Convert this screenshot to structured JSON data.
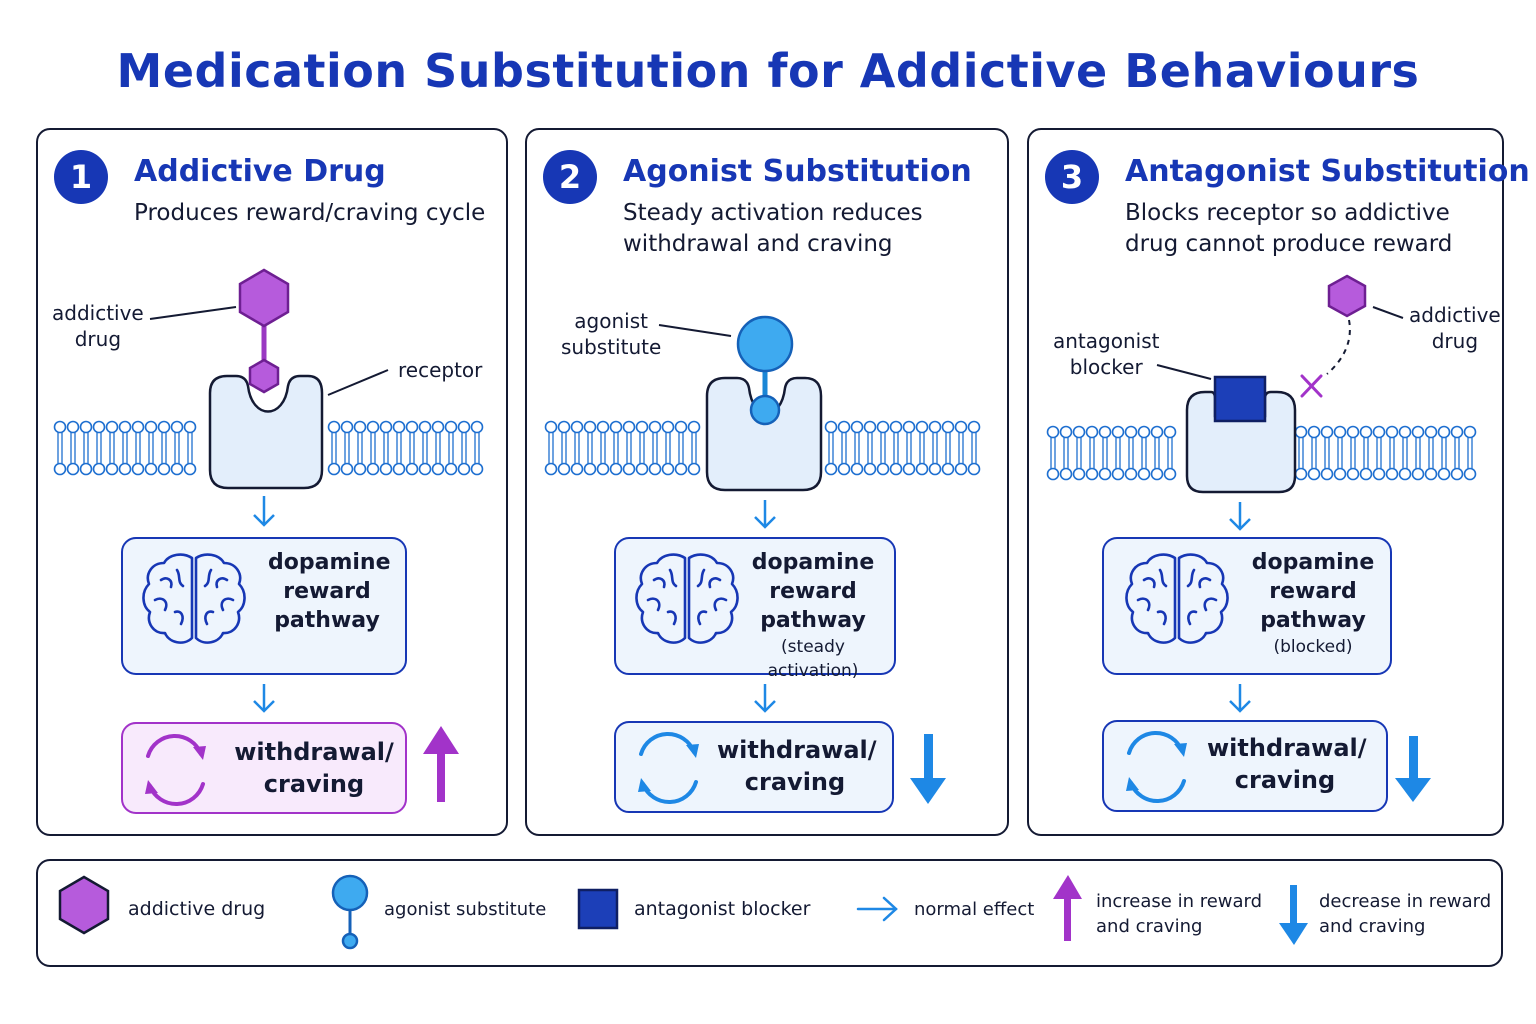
{
  "title": "Medication Substitution for Addictive Behaviours",
  "panels": [
    {
      "number": "1",
      "title": "Addictive Drug",
      "description": "Produces reward/craving cycle",
      "label_ligand": [
        "addictive",
        "drug"
      ],
      "label_receptor": "receptor",
      "pathway": [
        "dopamine",
        "reward",
        "pathway"
      ],
      "pathway_note": "",
      "outcome": [
        "withdrawal/",
        "craving"
      ],
      "trend": "increase"
    },
    {
      "number": "2",
      "title": "Agonist Substitution",
      "description": "Steady activation reduces withdrawal and craving",
      "label_ligand": [
        "agonist",
        "substitute"
      ],
      "pathway": [
        "dopamine",
        "reward",
        "pathway"
      ],
      "pathway_note": "(steady activation)",
      "outcome": [
        "withdrawal/",
        "craving"
      ],
      "trend": "decrease"
    },
    {
      "number": "3",
      "title": "Antagonist Substitution",
      "description": "Blocks receptor so addictive drug cannot produce reward",
      "label_blocker": [
        "antagonist",
        "blocker"
      ],
      "label_drug": [
        "addictive",
        "drug"
      ],
      "pathway": [
        "dopamine",
        "reward",
        "pathway"
      ],
      "pathway_note": "(blocked)",
      "outcome": [
        "withdrawal/",
        "craving"
      ],
      "trend": "decrease"
    }
  ],
  "legend": {
    "addictive_drug": "addictive drug",
    "agonist_substitute": "agonist substitute",
    "antagonist_blocker": "antagonist blocker",
    "normal_effect": "normal effect",
    "increase": [
      "increase in reward",
      "and craving"
    ],
    "decrease": [
      "decrease in reward",
      "and craving"
    ]
  },
  "colors": {
    "title_blue": "#1737b5",
    "drug_purple": "#b65bdc",
    "agonist_blue": "#3eaaf0",
    "antagonist_navy": "#1c3fb8",
    "arrow_blue": "#1e88e5",
    "increase_purple": "#a233c9",
    "box_fill": "#eef5fd"
  }
}
